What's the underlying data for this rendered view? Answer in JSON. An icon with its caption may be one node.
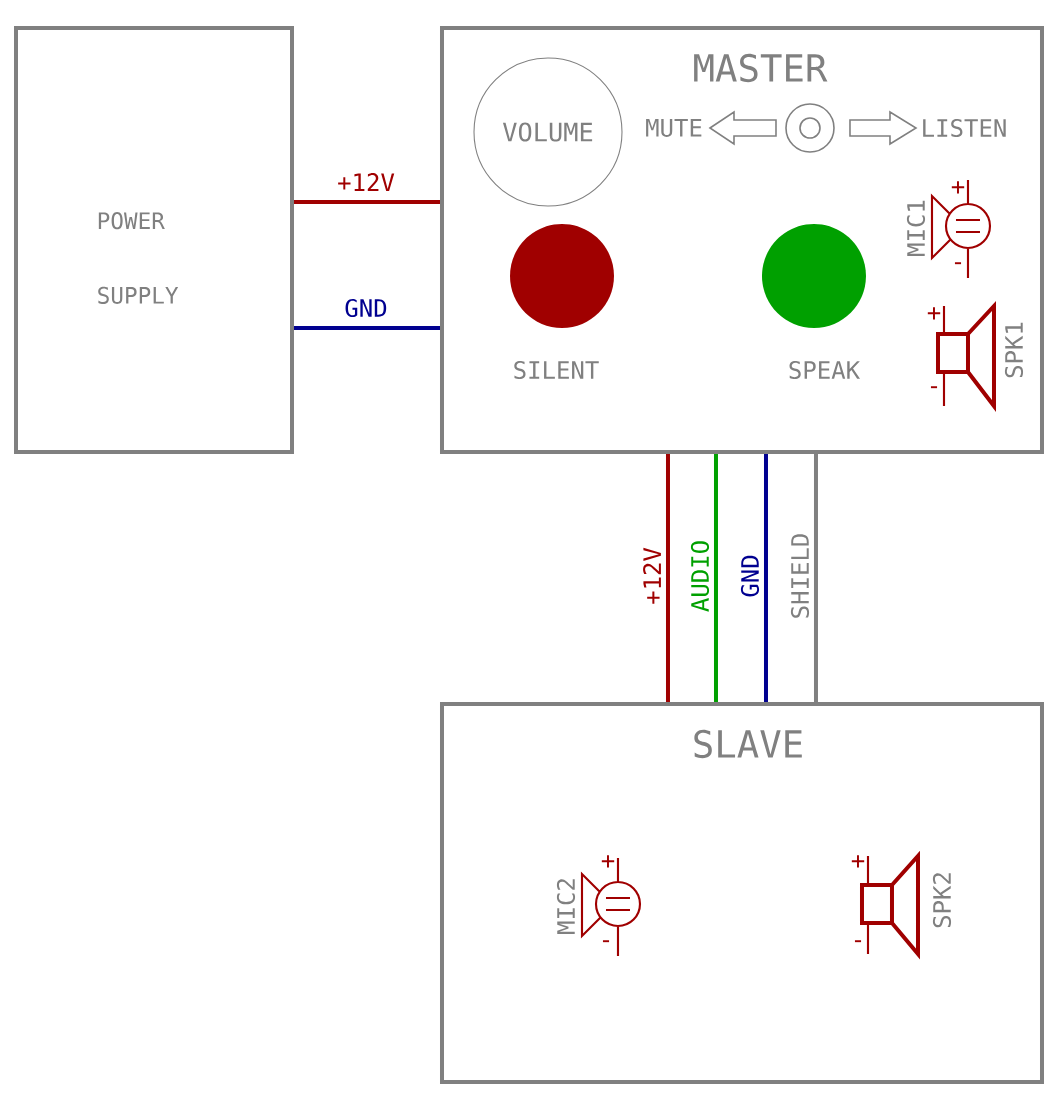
{
  "diagram": {
    "nodes": [
      {
        "text": [
          "POWER SUPPLY"
        ]
      },
      {
        "text": [
          "MASTER"
        ]
      },
      {
        "text": [
          "VOLUME"
        ],
        "in": 1
      },
      {
        "text": [],
        "shape": "circle",
        "beside": [
          "SILENT"
        ],
        "in": 1
      },
      {
        "text": [],
        "shape": "circle",
        "beside": [
          "SPEAK"
        ],
        "in": 1
      },
      {
        "text": [
          "SLAVE"
        ]
      }
    ],
    "edges": [
      {
        "from": 0,
        "to": 1,
        "arrow": "none",
        "label": "+12V",
        "color": "#a00000"
      },
      {
        "from": 0,
        "to": 1,
        "arrow": "none",
        "label": "GND",
        "color": "#000090"
      },
      {
        "from": 1,
        "to": 5,
        "arrow": "none",
        "label": "+12V",
        "color": "#a00000"
      },
      {
        "from": 1,
        "to": 5,
        "arrow": "none",
        "label": "AUDIO",
        "color": "#00a000"
      },
      {
        "from": 1,
        "to": 5,
        "arrow": "none",
        "label": "GND",
        "color": "#000090"
      },
      {
        "from": 1,
        "to": 5,
        "arrow": "none",
        "label": "SHIELD",
        "color": "#808080"
      }
    ],
    "labels": [
      "MUTE",
      "LISTEN",
      "+",
      "MIC1",
      "-",
      "+",
      "SPK1",
      "-",
      "+",
      "MIC2",
      "-",
      "+",
      "SPK2",
      "-"
    ]
  }
}
